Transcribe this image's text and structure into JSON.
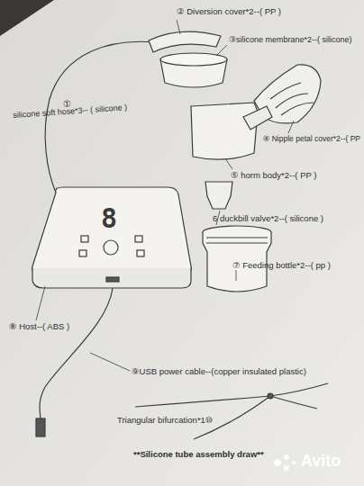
{
  "diagram": {
    "labels": [
      "② Diversion cover*2--( PP )",
      "③silicone membrane*2--( silicone)",
      "①",
      "silicone soft hose*3-- ( silicone )",
      "④ Nipple petal cover*2--( PP",
      "⑤ horm body*2--( PP )",
      "6 duckbill valve*2--( silicone )",
      "8",
      "⑦ Feeding bottle*2--( pp )",
      "⑧ Host--( ABS )",
      "⑨USB power cable--(copper insulated plastic)",
      "Triangular bifurcation*1⑩",
      "**Silicone tube assembly draw**",
      "Avito"
    ]
  }
}
